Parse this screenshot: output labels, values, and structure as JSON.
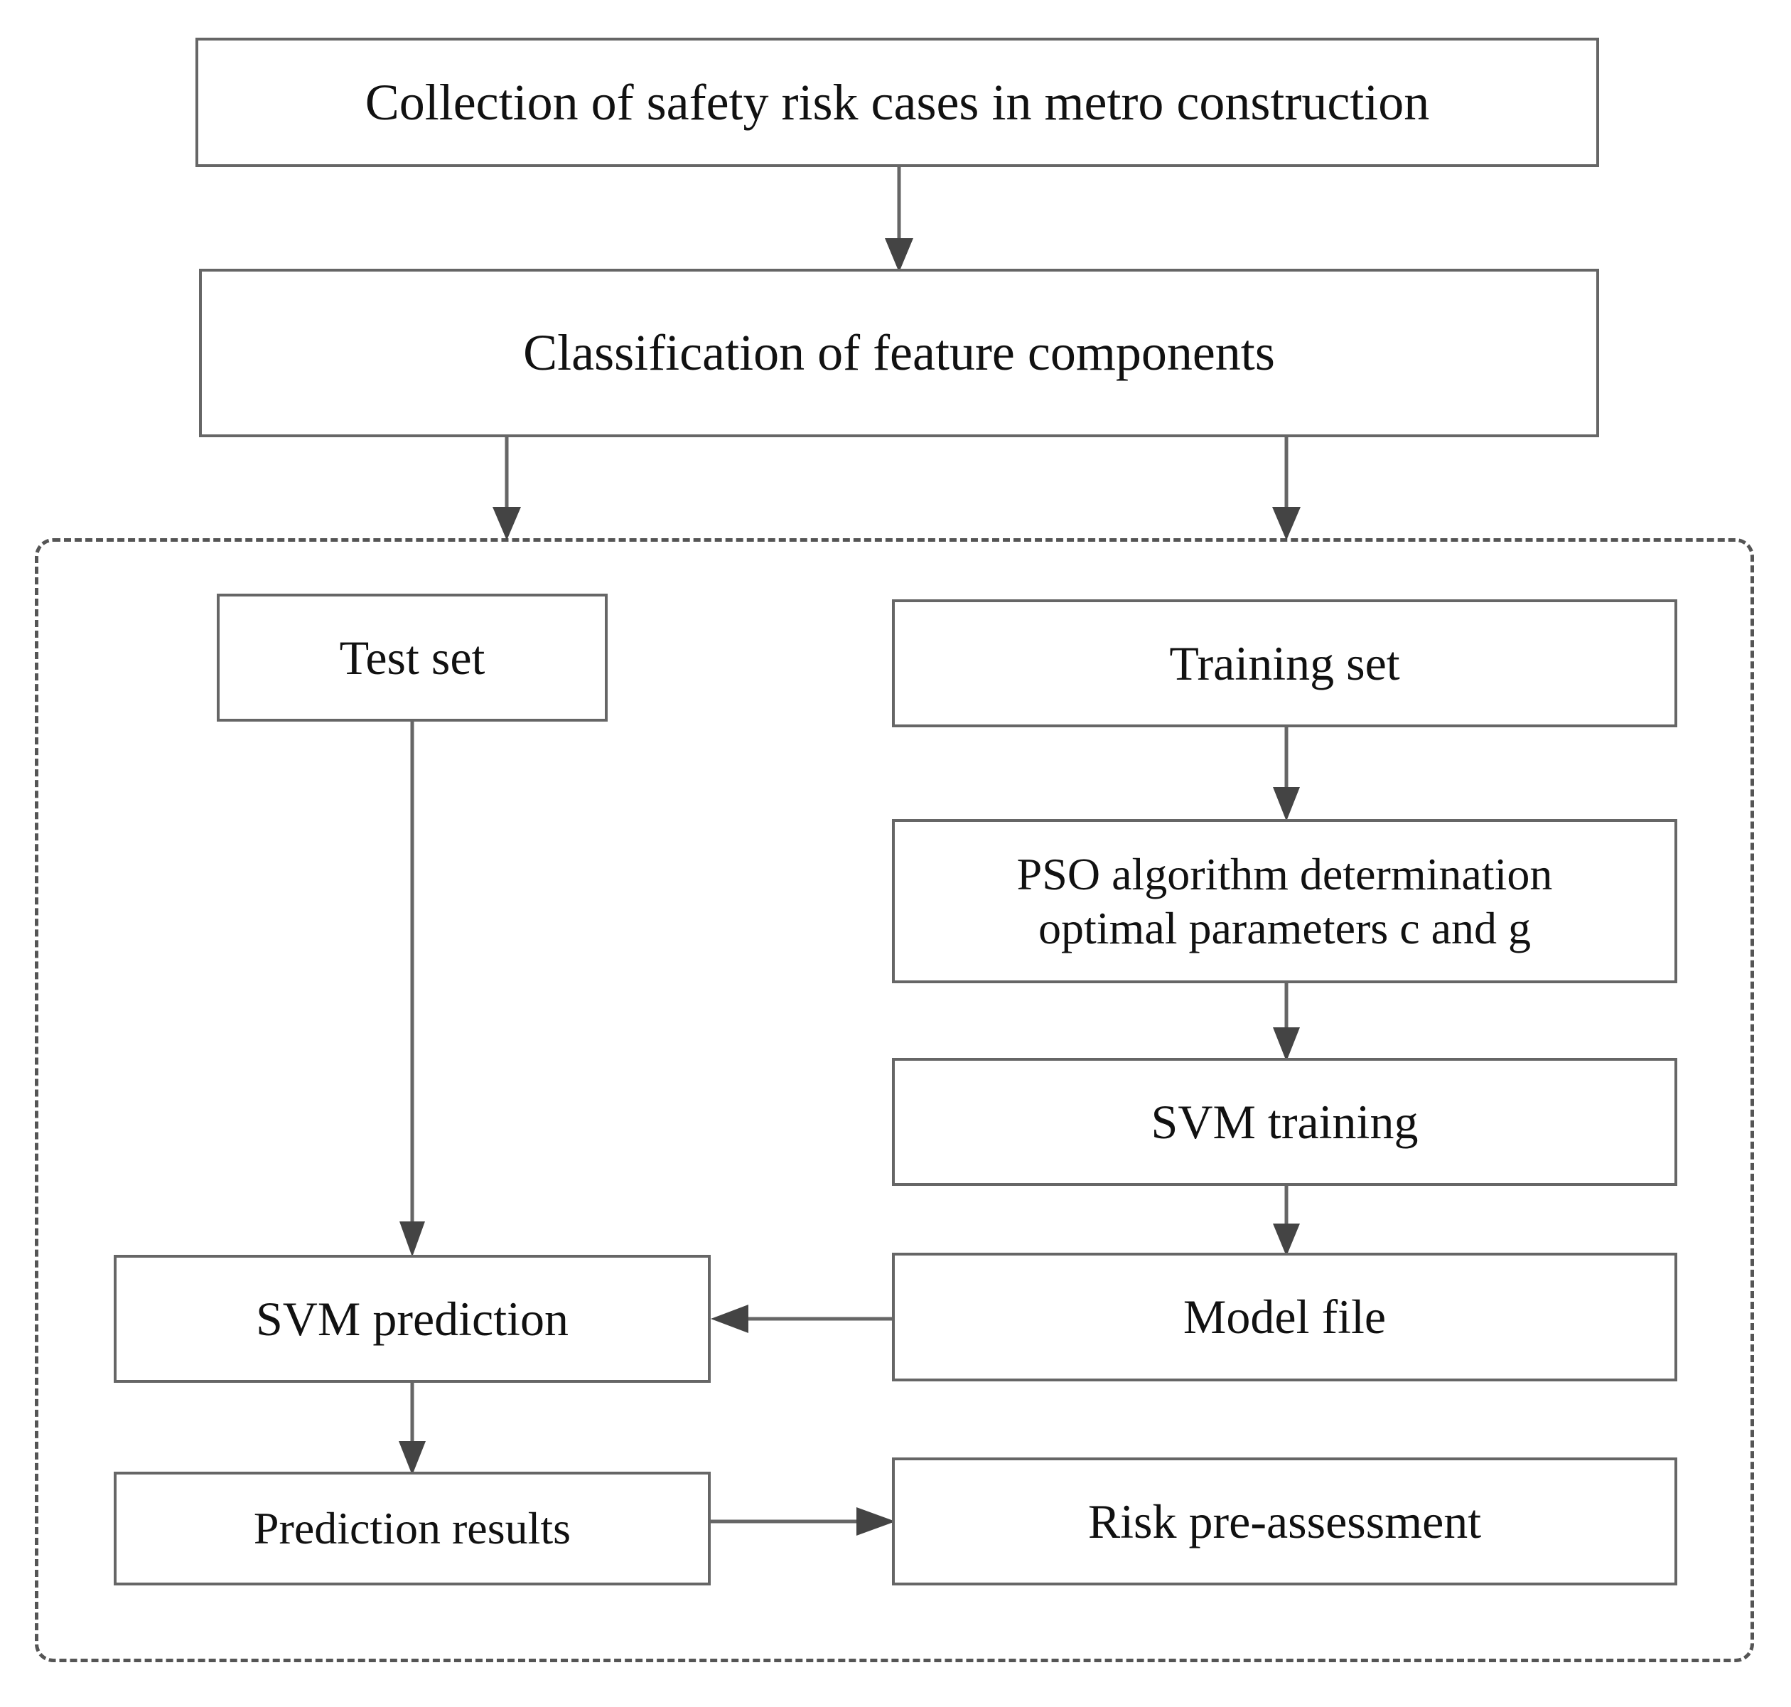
{
  "diagram": {
    "title": "Metro construction safety risk pre-assessment flowchart",
    "stroke_color": "#666666",
    "dashed_color": "#555555",
    "text_color": "#111111",
    "background": "#ffffff",
    "nodes": {
      "collection": "Collection of safety risk cases in metro construction",
      "classification": "Classification of feature components",
      "test_set": "Test set",
      "training_set": "Training set",
      "pso": "PSO algorithm determination\noptimal parameters c and g",
      "svm_training": "SVM training",
      "model_file": "Model file",
      "svm_prediction": "SVM prediction",
      "prediction_results": "Prediction results",
      "risk_pre_assessment": "Risk pre-assessment"
    },
    "edges": [
      {
        "id": "e1",
        "from": "collection",
        "to": "classification",
        "direction": "down"
      },
      {
        "id": "e2",
        "from": "classification",
        "to": "test-set-branch",
        "direction": "down"
      },
      {
        "id": "e3",
        "from": "classification",
        "to": "training-set-branch",
        "direction": "down"
      },
      {
        "id": "e4",
        "from": "test_set",
        "to": "svm_prediction",
        "direction": "down"
      },
      {
        "id": "e5",
        "from": "training_set",
        "to": "pso",
        "direction": "down"
      },
      {
        "id": "e6",
        "from": "pso",
        "to": "svm_training",
        "direction": "down"
      },
      {
        "id": "e7",
        "from": "svm_training",
        "to": "model_file",
        "direction": "down"
      },
      {
        "id": "e8",
        "from": "model_file",
        "to": "svm_prediction",
        "direction": "left"
      },
      {
        "id": "e9",
        "from": "svm_prediction",
        "to": "prediction_results",
        "direction": "down"
      },
      {
        "id": "e10",
        "from": "prediction_results",
        "to": "risk_pre_assessment",
        "direction": "right"
      }
    ]
  }
}
